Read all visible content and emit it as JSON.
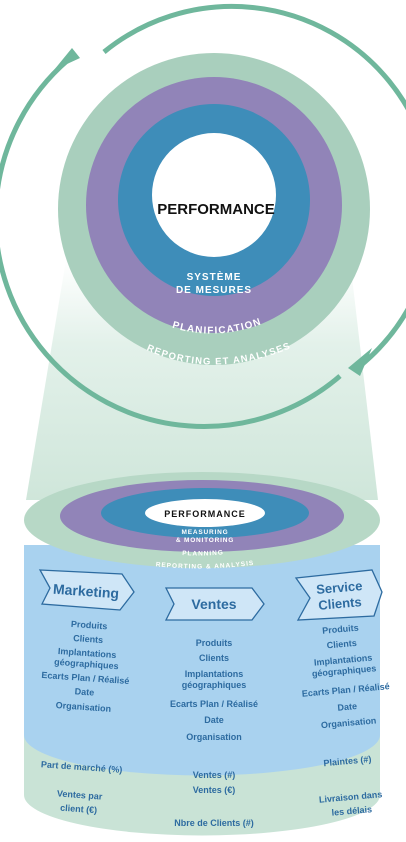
{
  "top_diagram": {
    "center_label": "PERFORMANCE",
    "ring_inner_label_line1": "SYSTÈME",
    "ring_inner_label_line2": "DE MESURES",
    "ring_middle_label": "PLANIFICATION",
    "ring_outer_label": "REPORTING ET ANALYSES"
  },
  "cylinder_top": {
    "center_label": "PERFORMANCE",
    "ring_inner_label_line1": "MEASURING",
    "ring_inner_label_line2": "& MONITORING",
    "ring_middle_label": "PLANNING",
    "ring_outer_label": "REPORTING & ANALYSIS"
  },
  "columns": [
    {
      "title_line1": "Marketing",
      "title_line2": "",
      "items": [
        "Produits",
        "Clients",
        "Implantations",
        "géographiques",
        "Ecarts Plan / Réalisé",
        "Date",
        "Organisation"
      ],
      "kpis": [
        "Part de marché (%)",
        "Ventes par",
        "client (€)"
      ]
    },
    {
      "title_line1": "Ventes",
      "title_line2": "",
      "items": [
        "Produits",
        "Clients",
        "Implantations",
        "géographiques",
        "Ecarts Plan / Réalisé",
        "Date",
        "Organisation"
      ],
      "kpis": [
        "Ventes (#)",
        "Ventes (€)",
        "Nbre de Clients (#)"
      ]
    },
    {
      "title_line1": "Service",
      "title_line2": "Clients",
      "items": [
        "Produits",
        "Clients",
        "Implantations",
        "géographiques",
        "Ecarts Plan / Réalisé",
        "Date",
        "Organisation"
      ],
      "kpis": [
        "Plaintes (#)",
        "Livraison dans",
        "les délais"
      ]
    }
  ],
  "colors": {
    "outer_green": "#a9cfbd",
    "light_green": "#c9e3d6",
    "purple": "#9184b8",
    "blue": "#3e8db9",
    "band_blue": "#a9d2ef",
    "text_blue": "#2d6ba0",
    "arrow_green": "#6fb79c"
  }
}
